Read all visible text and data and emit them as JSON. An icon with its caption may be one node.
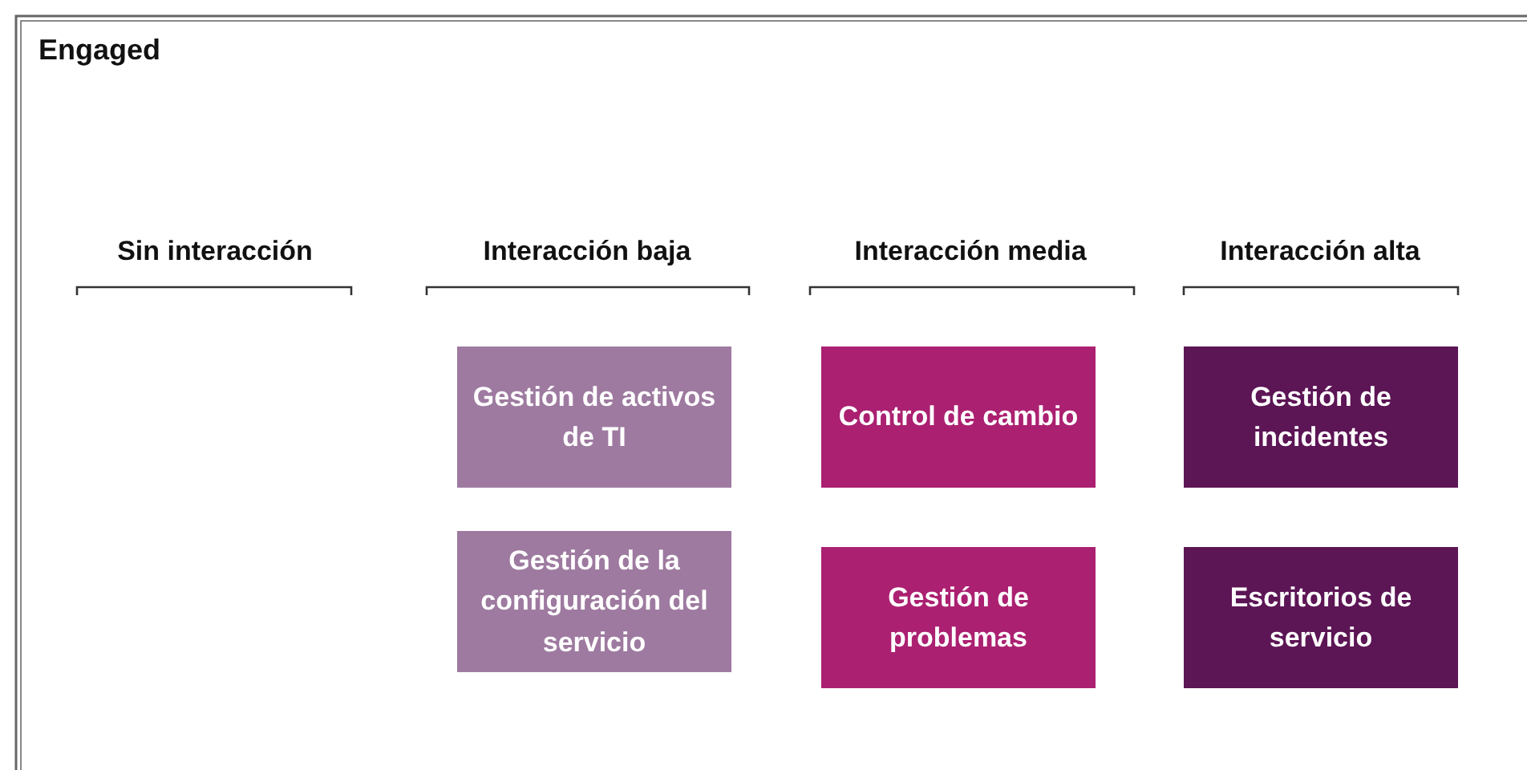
{
  "diagram": {
    "title": "Engaged",
    "nodes": [
      {
        "text": [
          "Gestión de activos de TI"
        ]
      },
      {
        "text": [
          "Gestión de la configuración del servicio"
        ]
      },
      {
        "text": [
          "Control de cambio"
        ]
      },
      {
        "text": [
          "Gestión de problemas"
        ]
      },
      {
        "text": [
          "Gestión de incidentes"
        ]
      },
      {
        "text": [
          "Escritorios de servicio"
        ]
      }
    ],
    "labels": [
      "Sin interacción",
      "Interacción baja",
      "Interacción media",
      "Interacción alta"
    ]
  }
}
